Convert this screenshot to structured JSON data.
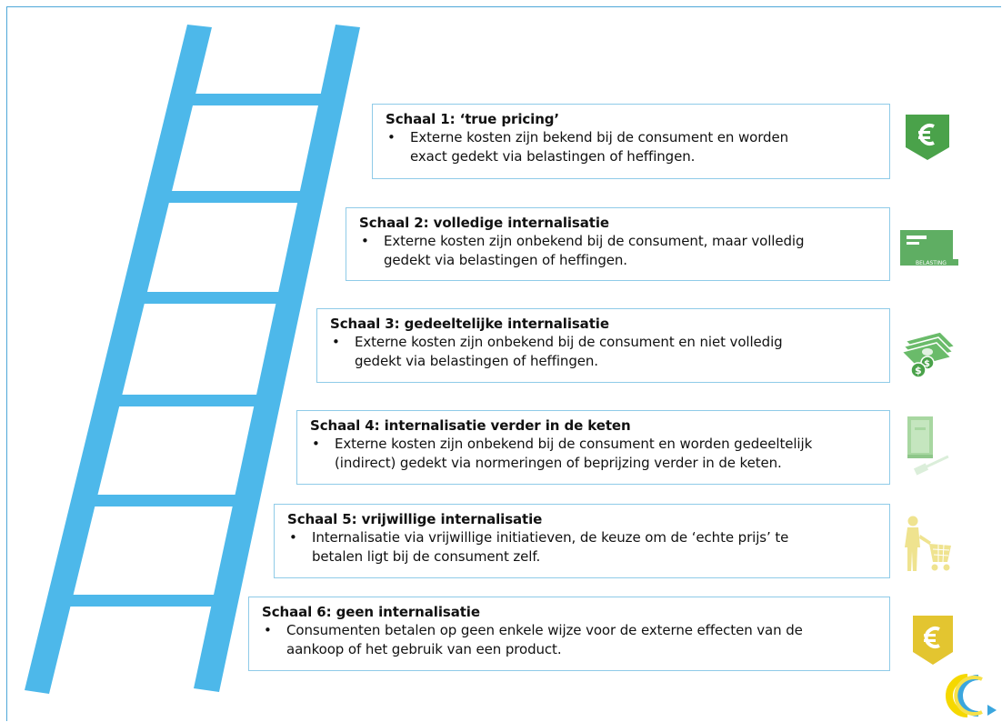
{
  "colors": {
    "ladder": "#4db8ea",
    "box_border": "#8fcbe8",
    "euro_green": "#4aa24a",
    "tax_green": "#5fae63",
    "money_green": "#6abb6a",
    "book_green": "#a8d7a1",
    "person_yellow": "#efe38f",
    "euro_yellow": "#e3c530"
  },
  "steps": [
    {
      "title": "Schaal 1: ‘true pricing’",
      "bullet_lines": [
        "Externe kosten zijn bekend bij de consument en worden",
        "exact gedekt via belastingen of heffingen."
      ],
      "icon": "euro-shield-icon"
    },
    {
      "title": "Schaal 2: volledige internalisatie",
      "bullet_lines": [
        "Externe kosten zijn onbekend bij de consument, maar volledig",
        "gedekt via belastingen of heffingen."
      ],
      "icon": "tax-envelope-icon"
    },
    {
      "title": "Schaal 3: gedeeltelijke internalisatie",
      "bullet_lines": [
        "Externe kosten zijn onbekend bij de consument en niet volledig",
        "gedekt via belastingen of heffingen."
      ],
      "icon": "money-stack-icon"
    },
    {
      "title": "Schaal 4: internalisatie verder in de keten",
      "bullet_lines": [
        "Externe kosten zijn onbekend bij de consument en worden gedeeltelijk",
        "(indirect) gedekt via normeringen of beprijzing verder in de keten."
      ],
      "icon": "law-book-gavel-icon"
    },
    {
      "title": "Schaal 5: vrijwillige internalisatie",
      "bullet_lines": [
        "Internalisatie via vrijwillige initiatieven, de keuze om de ‘echte prijs’ te",
        "betalen ligt bij de consument zelf."
      ],
      "icon": "shopper-cart-icon"
    },
    {
      "title": "Schaal 6: geen internalisatie",
      "bullet_lines": [
        "Consumenten betalen op geen enkele wijze voor de externe effecten van de",
        "aankoop of het gebruik van een product."
      ],
      "icon": "euro-shield-icon"
    }
  ],
  "tax_icon_label": "BELASTING",
  "logo": "brand-logo"
}
